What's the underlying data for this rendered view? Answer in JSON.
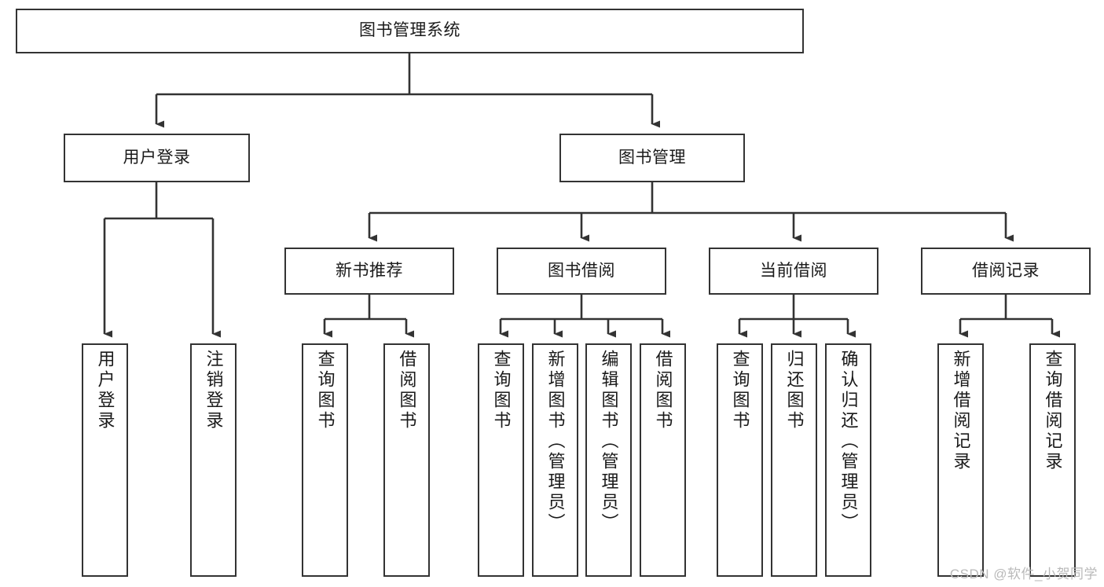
{
  "diagram": {
    "title": "图书管理系统",
    "type": "tree-hierarchy",
    "watermark": "CSDN @软件_小贺同学",
    "colors": {
      "box_border": "#333333",
      "box_fill": "#ffffff",
      "edge": "#333333",
      "text": "#1a1a1a",
      "watermark": "#b9b9b9",
      "canvas": "#ffffff"
    },
    "levels": {
      "root": [
        "图书管理系统"
      ],
      "level2": [
        "用户登录",
        "图书管理"
      ],
      "level3": [
        "新书推荐",
        "图书借阅",
        "当前借阅",
        "借阅记录"
      ],
      "level4": [
        "用户登录",
        "注销登录",
        "查询图书",
        "借阅图书",
        "查询图书",
        "新增图书（管理员）",
        "编辑图书（管理员）",
        "借阅图书",
        "查询图书",
        "归还图书",
        "确认归还（管理员）",
        "新增借阅记录",
        "查询借阅记录"
      ]
    }
  },
  "nodes": {
    "root": {
      "label": "图书管理系统"
    },
    "user_login": {
      "label": "用户登录"
    },
    "book_manage": {
      "label": "图书管理"
    },
    "new_book_rec": {
      "label": "新书推荐"
    },
    "book_borrow": {
      "label": "图书借阅"
    },
    "current_borrow": {
      "label": "当前借阅"
    },
    "borrow_record": {
      "label": "借阅记录"
    },
    "leaf_user_login": {
      "label": "用户登录"
    },
    "leaf_logout": {
      "label": "注销登录"
    },
    "leaf_query_book_a": {
      "label": "查询图书"
    },
    "leaf_borrow_book_a": {
      "label": "借阅图书"
    },
    "leaf_query_book_b": {
      "label": "查询图书"
    },
    "leaf_add_book": {
      "label": "新增图书（管理员）"
    },
    "leaf_edit_book": {
      "label": "编辑图书（管理员）"
    },
    "leaf_borrow_book_b": {
      "label": "借阅图书"
    },
    "leaf_query_book_c": {
      "label": "查询图书"
    },
    "leaf_return_book": {
      "label": "归还图书"
    },
    "leaf_confirm_return": {
      "label": "确认归还（管理员）"
    },
    "leaf_add_record": {
      "label": "新增借阅记录"
    },
    "leaf_query_record": {
      "label": "查询借阅记录"
    }
  }
}
